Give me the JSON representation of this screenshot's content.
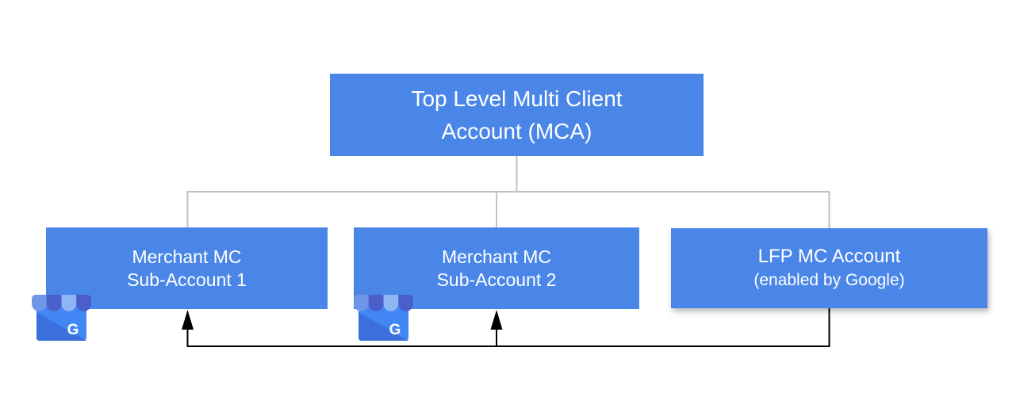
{
  "colors": {
    "box_fill": "#4a86e8",
    "box_text": "#ffffff",
    "tree_line": "#c2c2c2",
    "arrow_line": "#000000",
    "icon_body": "#4285f4",
    "icon_fold": "#3b6fdc",
    "icon_awning_light1": "#6e96e8",
    "icon_awning_dark": "#4a5fc9",
    "icon_awning_light2": "#8fb6f4"
  },
  "root_node": {
    "line1": "Top Level Multi Client",
    "line2": "Account (MCA)"
  },
  "nodes": [
    {
      "line1": "Merchant MC",
      "line2": "Sub-Account 1"
    },
    {
      "line1": "Merchant MC",
      "line2": "Sub-Account 2"
    },
    {
      "line1": "LFP MC Account",
      "line2": "(enabled by Google)"
    }
  ],
  "icon": {
    "letter": "G"
  }
}
